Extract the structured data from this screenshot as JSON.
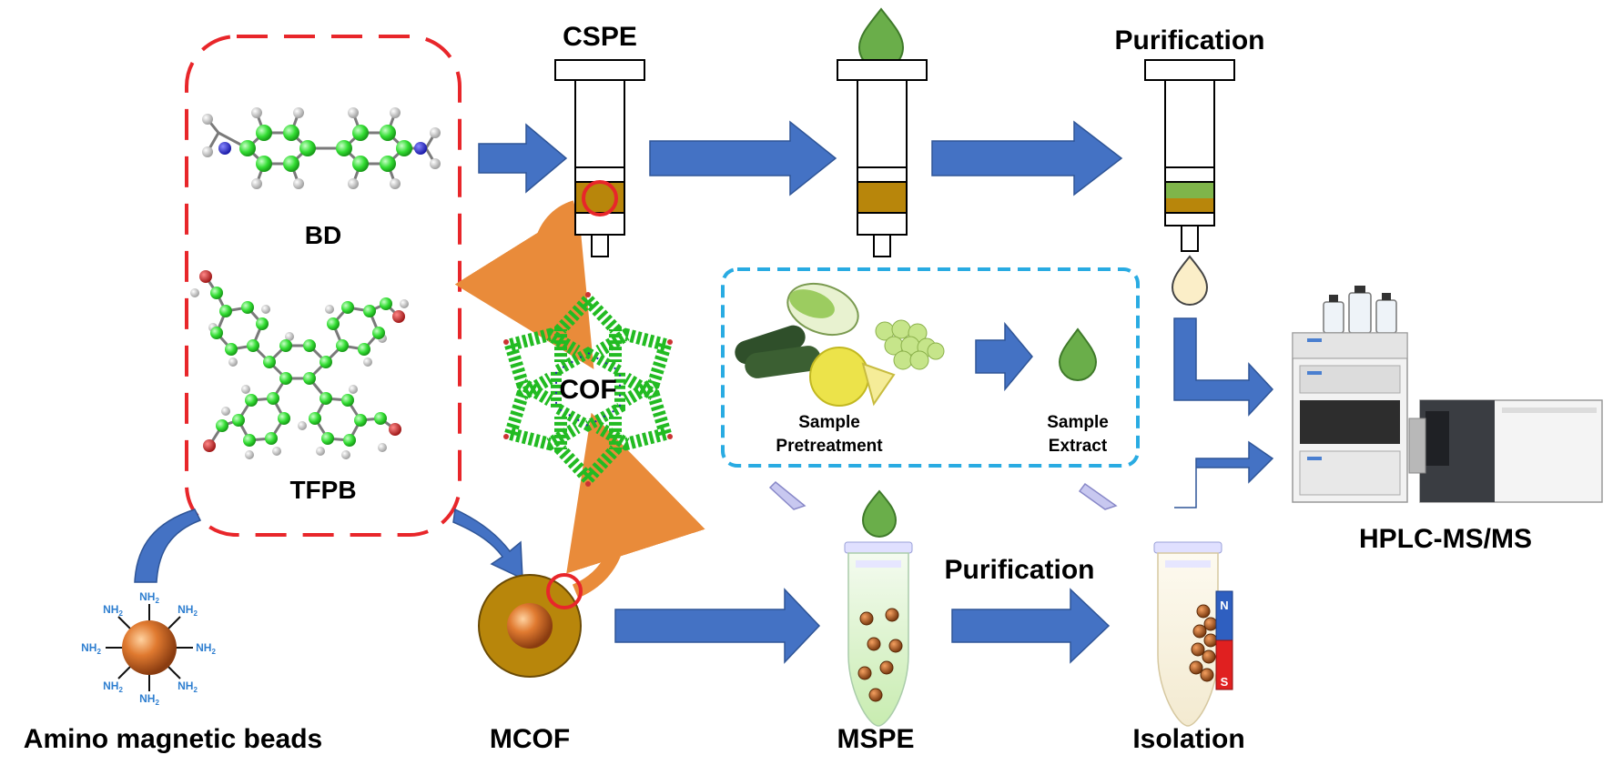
{
  "labels": {
    "cspe": "CSPE",
    "purification_top": "Purification",
    "bd": "BD",
    "tfpb": "TFPB",
    "cof": "COF",
    "sample_pretreatment_1": "Sample",
    "sample_pretreatment_2": "Pretreatment",
    "sample_extract_1": "Sample",
    "sample_extract_2": "Extract",
    "hplc": "HPLC-MS/MS",
    "purification_bottom": "Purification",
    "amino_beads": "Amino magnetic beads",
    "mcof": "MCOF",
    "mspe": "MSPE",
    "isolation": "Isolation",
    "nh2": "NH",
    "nh2_sub": "2",
    "magnet_n": "N",
    "magnet_s": "S"
  },
  "colors": {
    "arrow_blue": "#4472c4",
    "orange_arrow": "#e98b3a",
    "red_dashed": "#e8262a",
    "cyan_dashed": "#29abe2",
    "carbon_green": "#33dd33",
    "nitrogen_blue": "#2222cc",
    "oxygen_red": "#cc2222",
    "sorbent_gold": "#b8860b",
    "extract_green": "#6aae4a",
    "droplet_cream": "#fbeec8"
  },
  "icons": {
    "bd_molecule": "benzidine-molecule-icon",
    "tfpb_molecule": "tfpb-molecule-icon",
    "cof_framework": "cof-framework-icon",
    "magnetic_bead": "magnetic-bead-icon",
    "spe_cartridge": "spe-cartridge-icon",
    "centrifuge_tube": "centrifuge-tube-icon",
    "magnet": "magnet-icon",
    "instrument": "hplc-instrument-icon",
    "vegetables": "vegetables-icon",
    "droplet": "droplet-icon"
  }
}
